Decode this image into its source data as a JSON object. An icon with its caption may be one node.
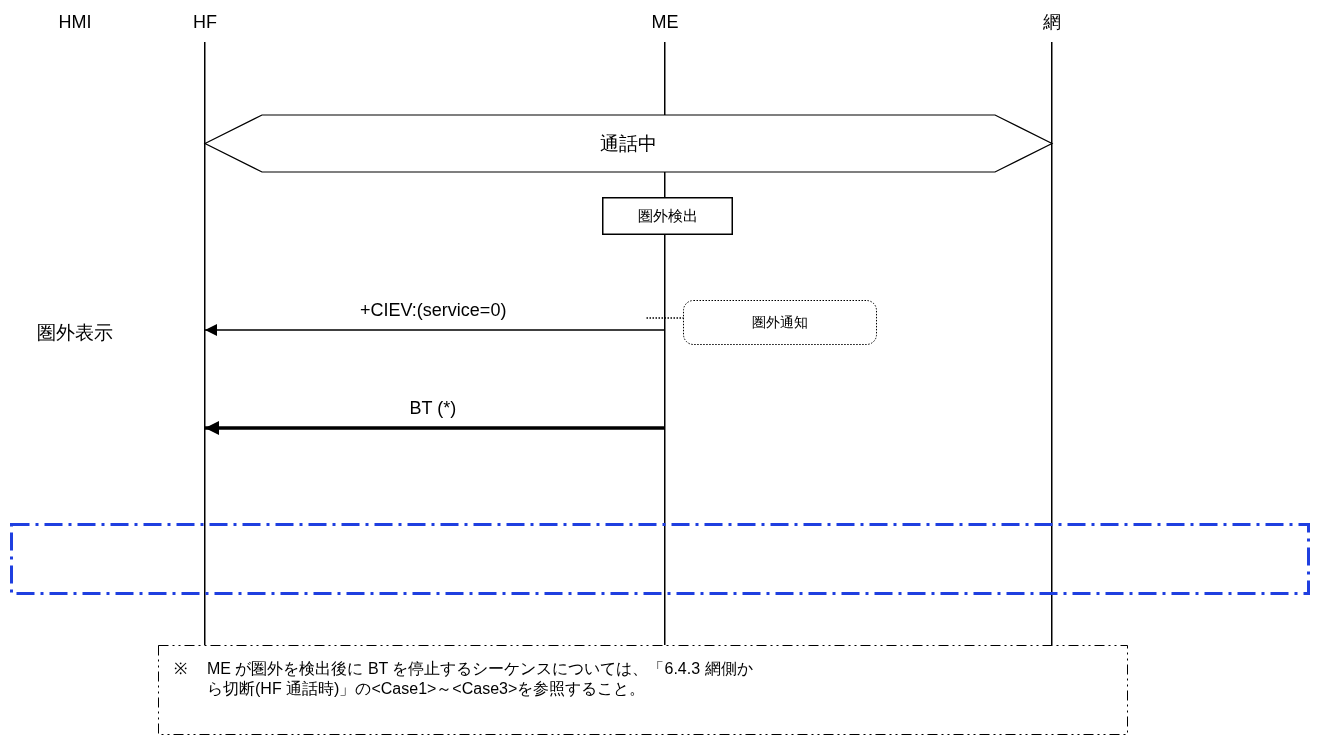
{
  "diagram": {
    "nodes": [
      {
        "text": [
          "HMI"
        ]
      },
      {
        "text": [
          "HF"
        ]
      },
      {
        "text": [
          "ME"
        ]
      },
      {
        "text": [
          "網"
        ]
      },
      {
        "text": [
          "通話中"
        ]
      },
      {
        "text": [
          "圏外検出"
        ]
      },
      {
        "text": [
          "圏外通知"
        ]
      },
      {
        "text": [],
        "shape": "box"
      },
      {
        "text": [
          "※",
          "ME が圏外を検出後に BT を停止するシーケンスについては、「6.4.3 網側から切断(HF 通話時)」の<Case1>～<Case3>を参照すること。"
        ]
      }
    ],
    "edges": [
      {
        "from": 2,
        "to": 1,
        "arrow": "to",
        "label": "+CIEV:(service=0)"
      },
      {
        "from": 2,
        "to": 1,
        "arrow": "to",
        "label": "BT (*)",
        "style": "thick"
      },
      {
        "from": 6,
        "to": 2,
        "arrow": "none",
        "style": "dashed"
      }
    ],
    "labels": [
      "圏外表示"
    ]
  }
}
